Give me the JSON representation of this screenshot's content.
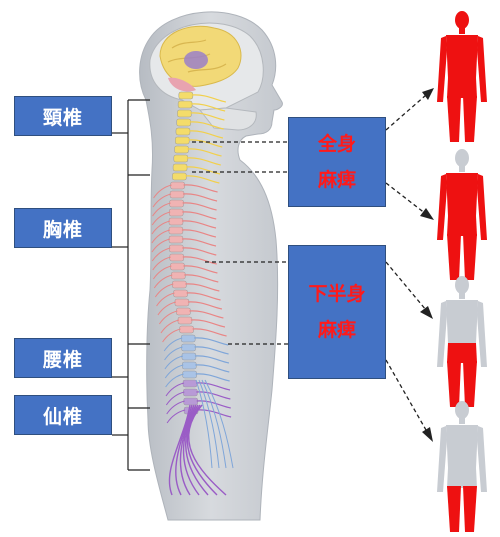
{
  "spine_regions": [
    {
      "id": "cervical",
      "label": "頸椎"
    },
    {
      "id": "thoracic",
      "label": "胸椎"
    },
    {
      "id": "lumbar",
      "label": "腰椎"
    },
    {
      "id": "sacral",
      "label": "仙椎"
    }
  ],
  "callouts": [
    {
      "id": "full-body",
      "line1": "全身",
      "line2": "麻痺"
    },
    {
      "id": "lower-body",
      "line1": "下半身",
      "line2": "麻痺"
    }
  ],
  "colors": {
    "box_fill": "#4472c4",
    "callout_text": "#ff1a1a",
    "paralysis_red": "#ee1111",
    "body_gray": "#c8ccd2",
    "cervical_nerve": "#f2d04a",
    "thoracic_nerve": "#e98585",
    "lumbar_nerve": "#7fa6d9",
    "sacral_nerve": "#9a5cc6"
  }
}
